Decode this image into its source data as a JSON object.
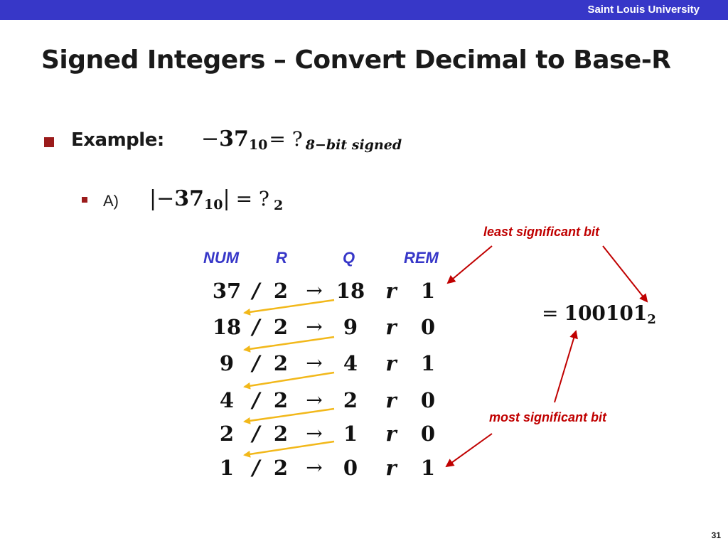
{
  "header": {
    "university": "Saint Louis University"
  },
  "title": "Signed Integers – Convert Decimal to Base-R",
  "example": {
    "label": "Example:",
    "minus": "−",
    "number": "37",
    "base": "10",
    "equals_q": "= ?",
    "target": "8−bit signed"
  },
  "step_a": {
    "label": "A)",
    "open_bar": "|−",
    "number": "37",
    "base": "10",
    "close_bar": "|",
    "equals_q": "= ?",
    "target": "2"
  },
  "table": {
    "headers": [
      "NUM",
      "R",
      "Q",
      "REM"
    ],
    "slash": "/",
    "arrow": "→",
    "r_letter": "r",
    "rows": [
      {
        "num": "37",
        "radix": "2",
        "quotient": "18",
        "rem": "1"
      },
      {
        "num": "18",
        "radix": "2",
        "quotient": "9",
        "rem": "0"
      },
      {
        "num": "9",
        "radix": "2",
        "quotient": "4",
        "rem": "1"
      },
      {
        "num": "4",
        "radix": "2",
        "quotient": "2",
        "rem": "0"
      },
      {
        "num": "2",
        "radix": "2",
        "quotient": "1",
        "rem": "0"
      },
      {
        "num": "1",
        "radix": "2",
        "quotient": "0",
        "rem": "1"
      }
    ]
  },
  "result": {
    "equals": "=",
    "value": "100101",
    "base": "2"
  },
  "annotations": {
    "lsb": "least significant bit",
    "msb": "most significant bit"
  },
  "colors": {
    "bar": "#3737c8",
    "header_text": "#3737c8",
    "annotation": "#c00000",
    "carry_arrow": "#f2b81a",
    "bullet": "#9b1b1b"
  },
  "page_number": "31"
}
